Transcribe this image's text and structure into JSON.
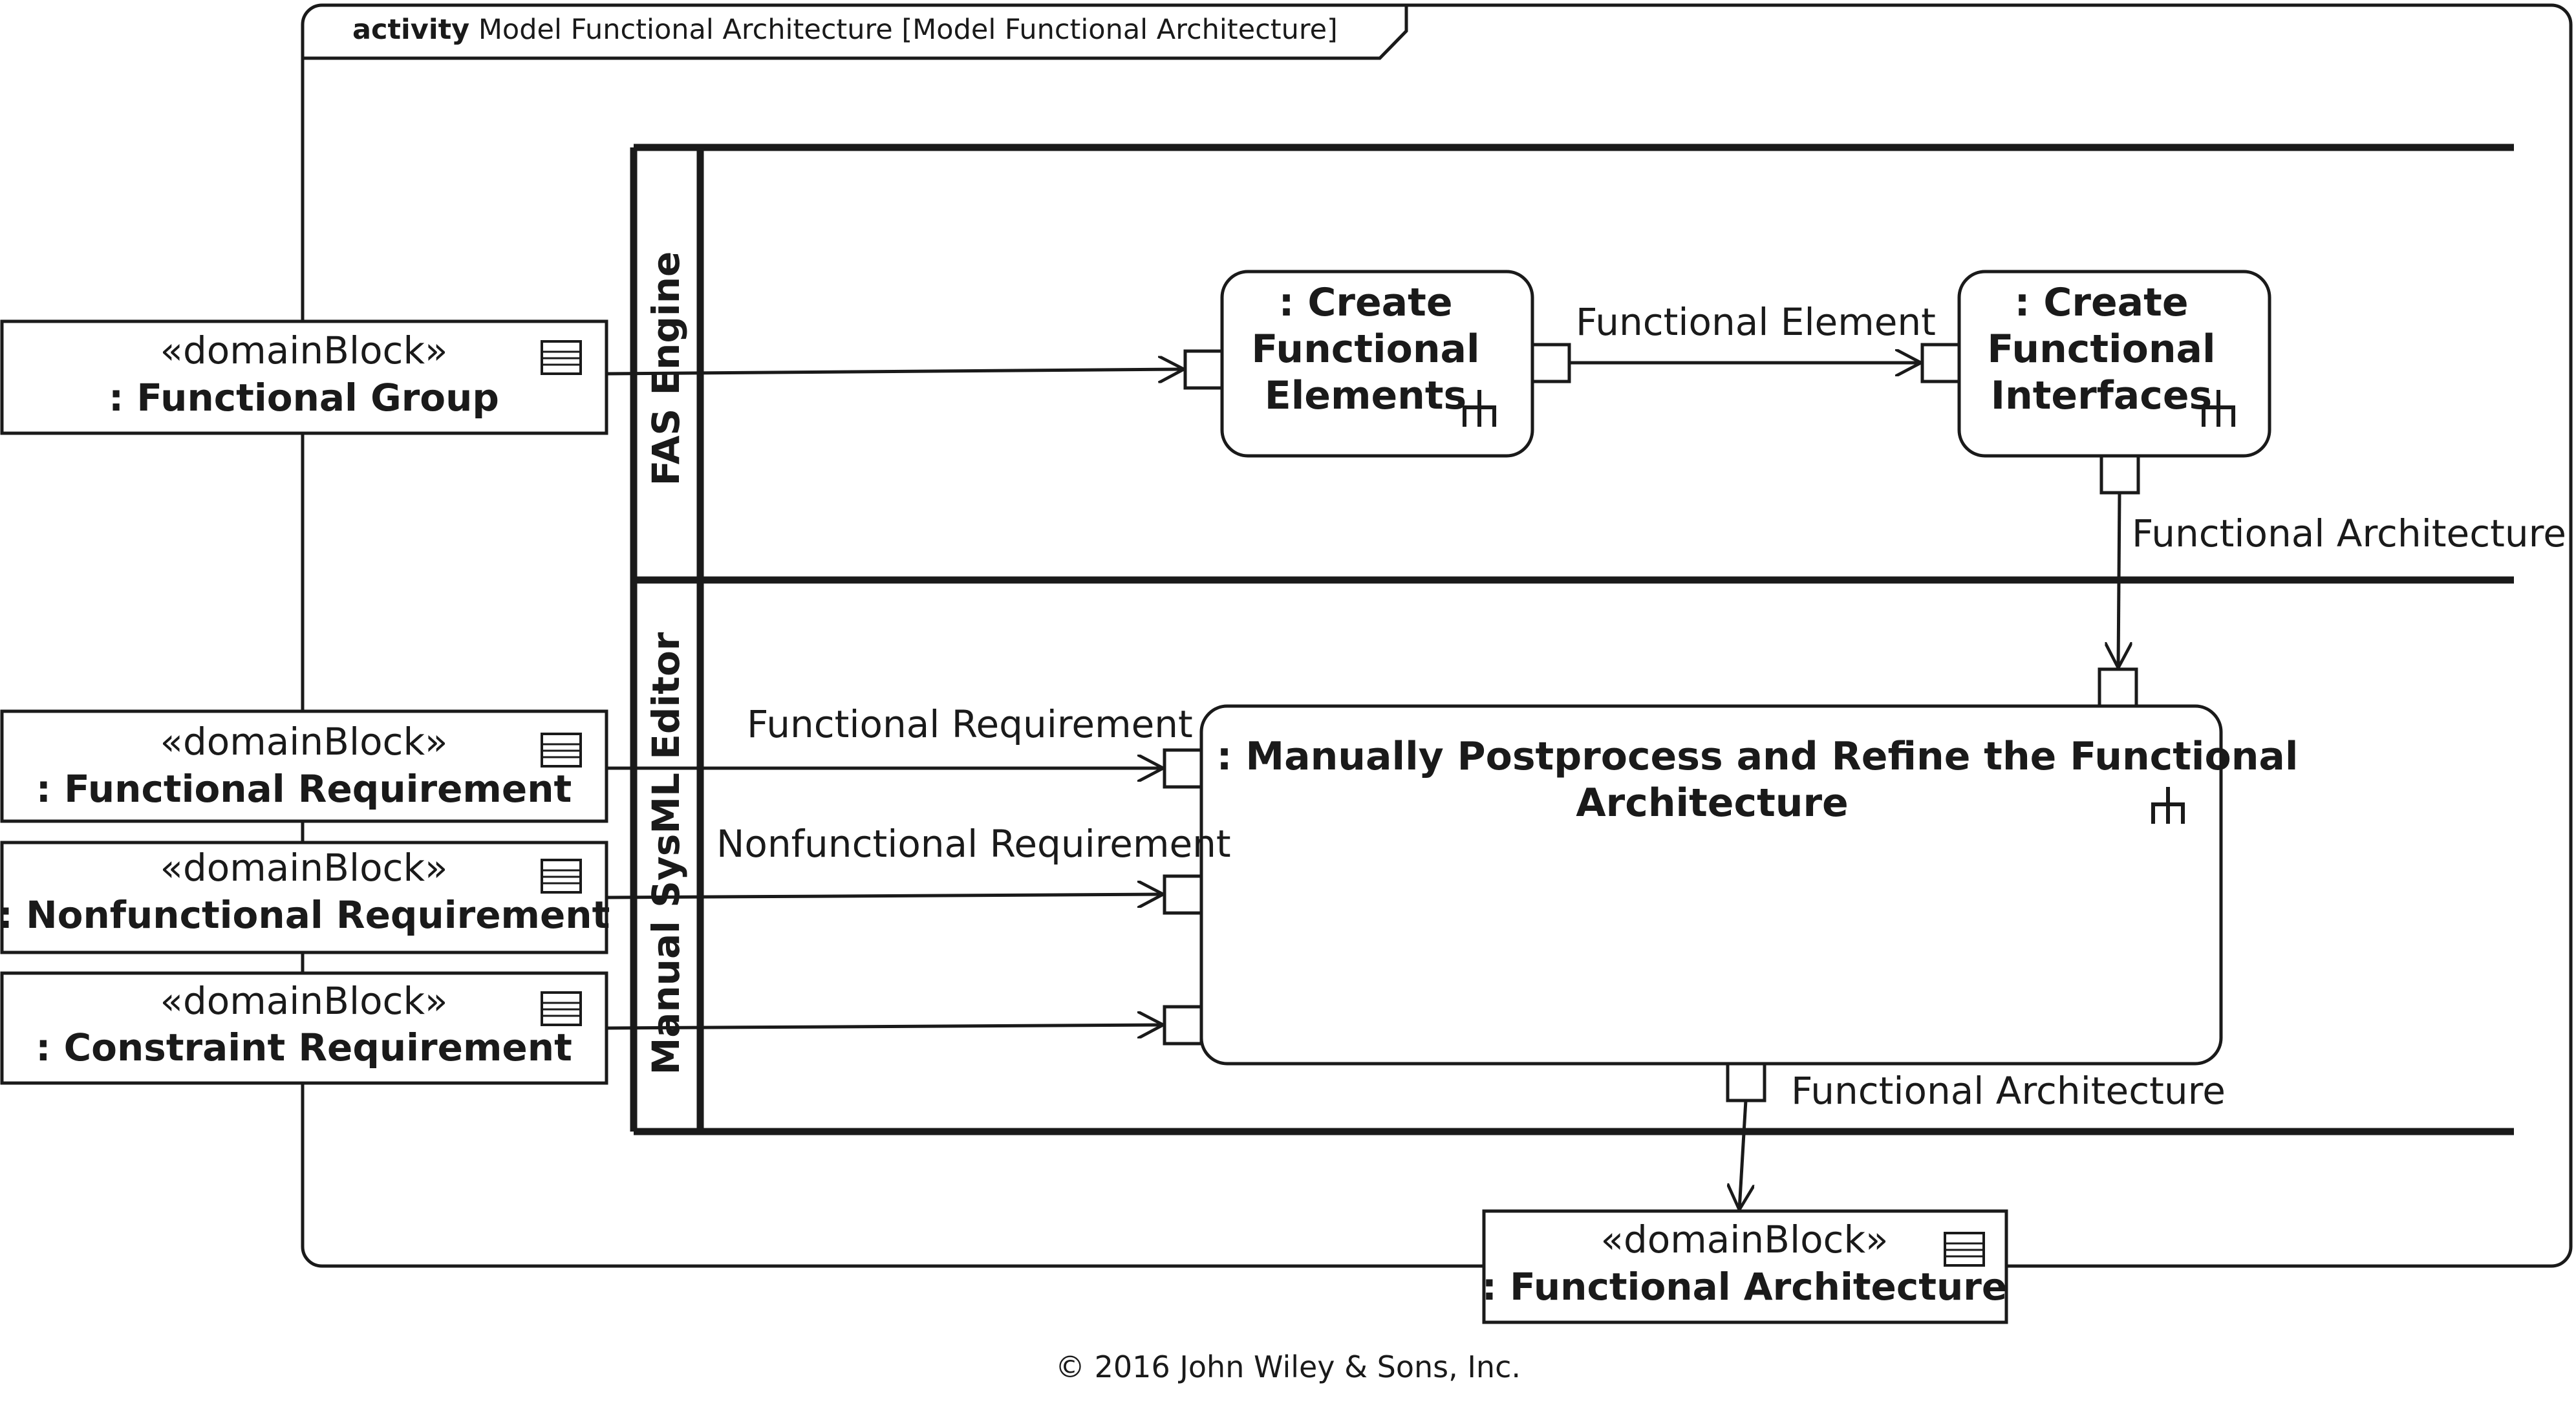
{
  "frame": {
    "keyword": "activity",
    "title": "Model Functional Architecture [Model Functional Architecture]"
  },
  "swimlanes": [
    {
      "name": "FAS Engine"
    },
    {
      "name": "Manual SysML Editor"
    }
  ],
  "object_nodes": {
    "functional_group": {
      "stereotype": "«domainBlock»",
      "name": ": Functional Group",
      "icon": "block-icon"
    },
    "functional_requirement": {
      "stereotype": "«domainBlock»",
      "name": ": Functional Requirement",
      "icon": "block-icon"
    },
    "nonfunctional_requirement": {
      "stereotype": "«domainBlock»",
      "name": ": Nonfunctional Requirement",
      "icon": "block-icon"
    },
    "constraint_requirement": {
      "stereotype": "«domainBlock»",
      "name": ": Constraint Requirement",
      "icon": "block-icon"
    },
    "functional_architecture": {
      "stereotype": "«domainBlock»",
      "name": ": Functional Architecture",
      "icon": "block-icon"
    }
  },
  "actions": {
    "create_elements": {
      "lines": [
        ": Create",
        "Functional",
        "Elements"
      ],
      "icon": "rake-icon"
    },
    "create_interfaces": {
      "lines": [
        ": Create",
        "Functional",
        "Interfaces"
      ],
      "icon": "rake-icon"
    },
    "postprocess": {
      "lines": [
        ": Manually Postprocess and Refine the Functional",
        "Architecture"
      ],
      "icon": "rake-icon"
    }
  },
  "flow_labels": {
    "functional_element": "Functional Element",
    "functional_architecture_1": "Functional Architecture",
    "functional_requirement": "Functional Requirement",
    "nonfunctional_requirement": "Nonfunctional Requirement",
    "functional_architecture_2": "Functional Architecture"
  },
  "copyright": "© 2016 John Wiley & Sons, Inc."
}
